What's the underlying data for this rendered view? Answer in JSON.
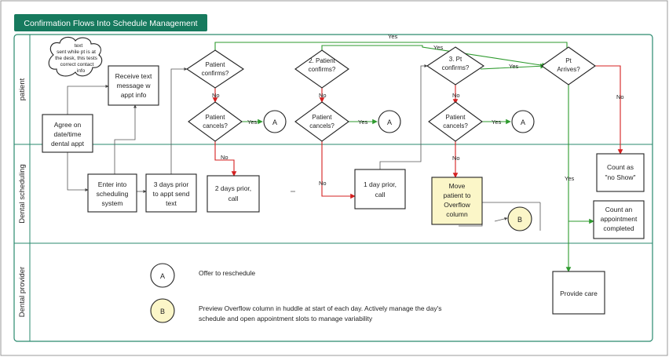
{
  "title": "Confirmation Flows Into Schedule Management",
  "colors": {
    "title_bg": "#177a5e",
    "lane_border": "#2a8a6e",
    "yes_line": "#2e9a2e",
    "no_line": "#d42020",
    "connector_b_fill": "#fbf6c8",
    "highlight_box_fill": "#fbf6c8"
  },
  "lanes": [
    "patient",
    "Dental scheduling",
    "Dental provider"
  ],
  "cloud": [
    "text",
    "sent while pt is at",
    "the desk, this tests",
    "correct contact",
    "info"
  ],
  "boxes": {
    "agree": [
      "Agree on",
      "date/time",
      "dental appt"
    ],
    "receive": [
      "Receive text",
      "message w",
      "appt info"
    ],
    "enter": [
      "Enter into",
      "scheduling",
      "system"
    ],
    "prior3": [
      "3 days prior",
      "to appt send",
      "text"
    ],
    "call2": [
      "2 days prior,",
      "call"
    ],
    "call1": [
      "1 day prior,",
      "call"
    ],
    "overflow": [
      "Move",
      "patient to",
      "Overflow",
      "column"
    ],
    "noshow": [
      "Count as",
      "\"no Show\""
    ],
    "completed": [
      "Count an",
      "appointment",
      "completed"
    ],
    "care": [
      "Provide care"
    ]
  },
  "diamonds": {
    "confirm1": [
      "Patient",
      "confirms?"
    ],
    "cancel1": [
      "Patient",
      "cancels?"
    ],
    "confirm2": [
      "2. Patient",
      "confirms?"
    ],
    "cancel2": [
      "Patient",
      "cancels?"
    ],
    "confirm3": [
      "3. Pt",
      "confirms?"
    ],
    "cancel3": [
      "Patient",
      "cancels?"
    ],
    "arrives": [
      "Pt",
      "Arrives?"
    ]
  },
  "connectors": {
    "a": "A",
    "b": "B"
  },
  "edge_labels": {
    "yes": "Yes",
    "no": "No"
  },
  "legend": {
    "a_label": "A",
    "a_text": "Offer to reschedule",
    "b_label": "B",
    "b_text_1": "Preview Overflow column in huddle at start of each day.  Actively manage the day's",
    "b_text_2": "schedule and open appointment slots to manage variability"
  }
}
